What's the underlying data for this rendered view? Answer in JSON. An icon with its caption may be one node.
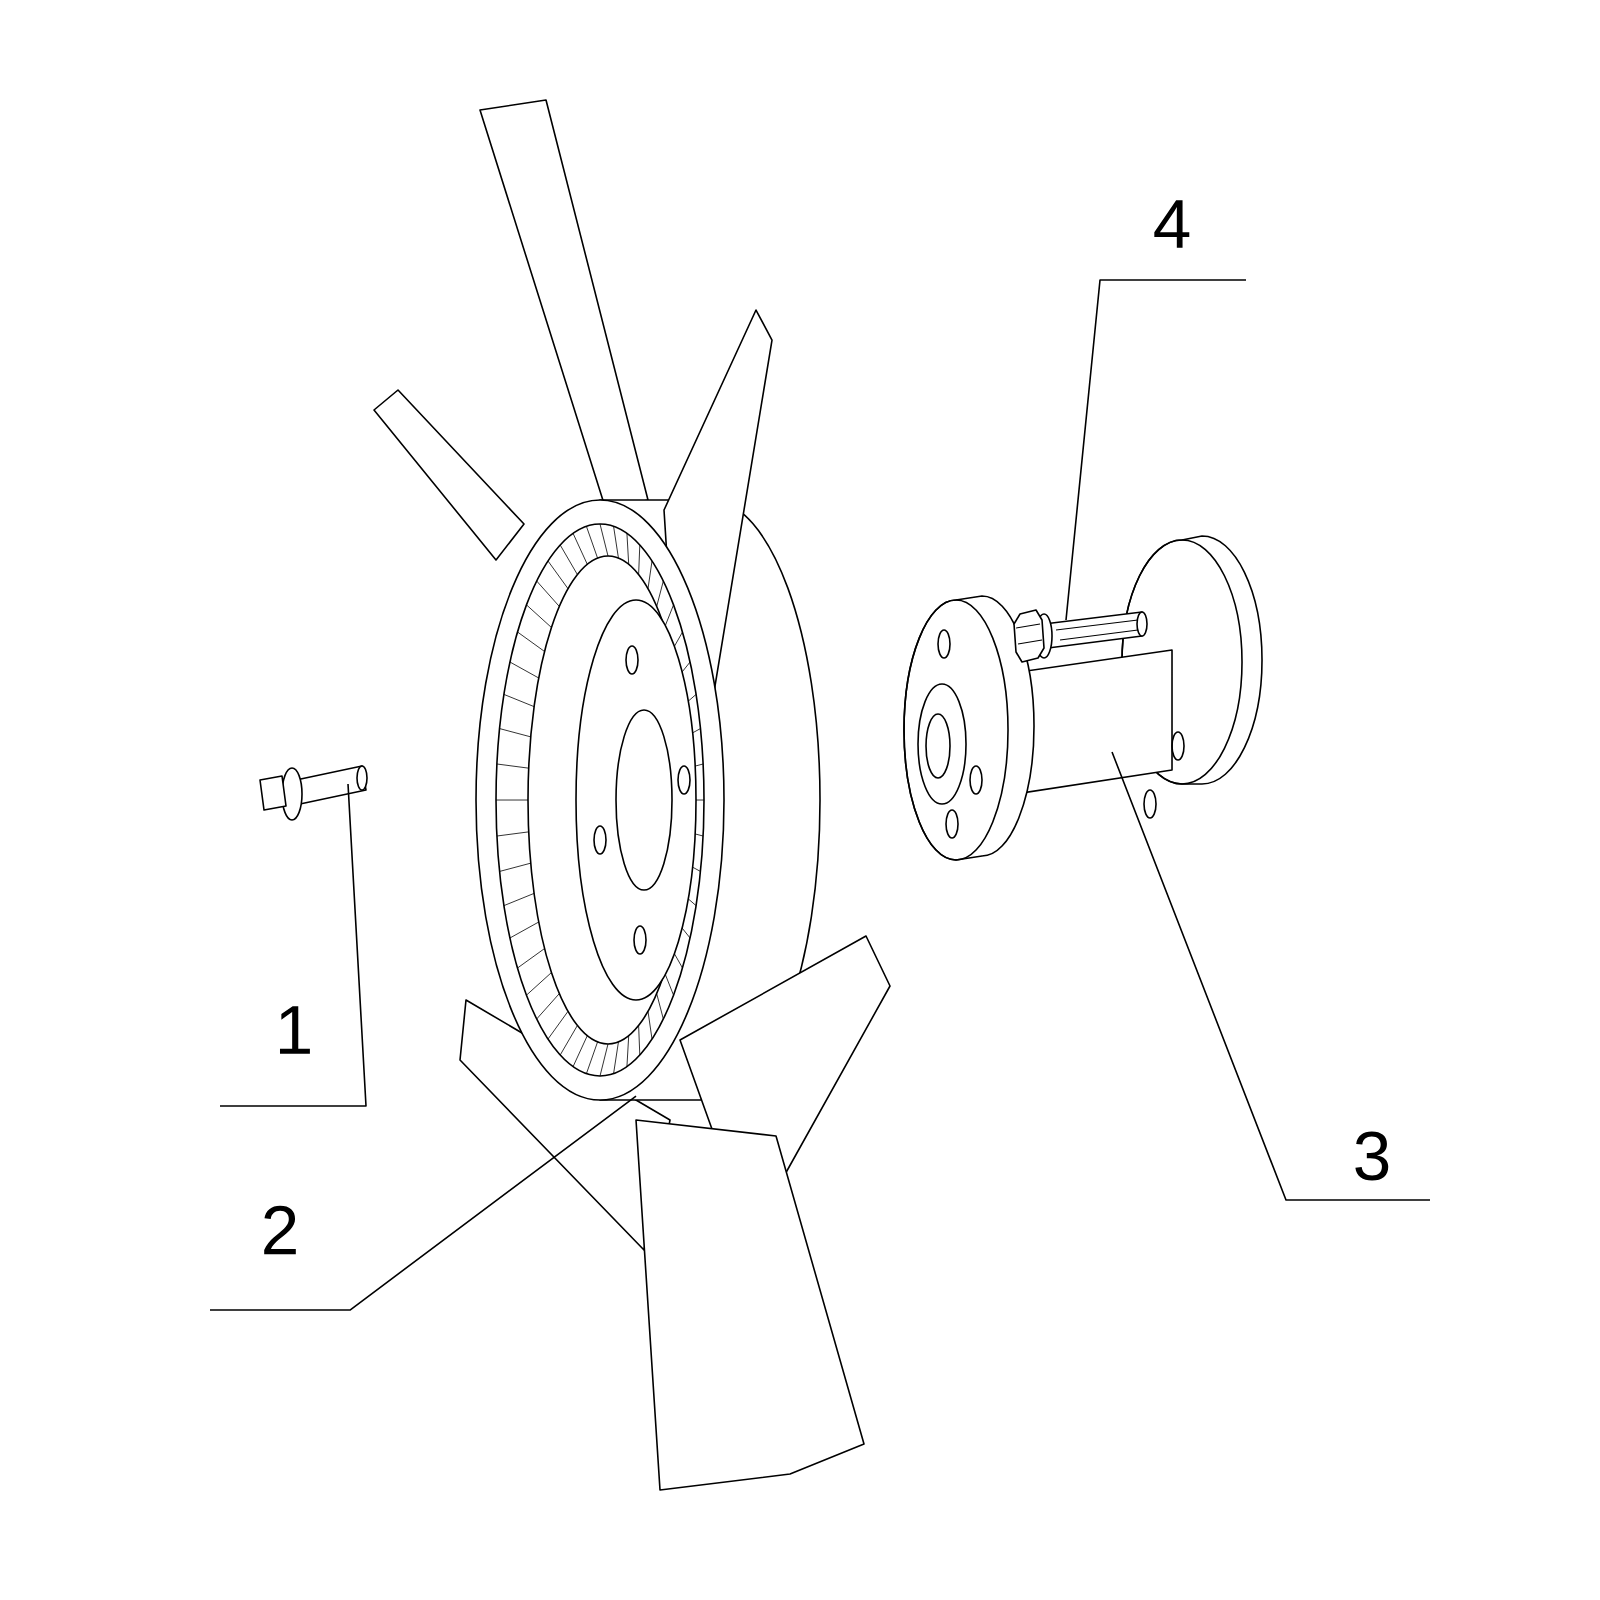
{
  "diagram": {
    "nodes": [
      {
        "text": [
          "4"
        ]
      },
      {
        "text": [
          "1"
        ]
      },
      {
        "text": [
          "3"
        ]
      },
      {
        "text": [
          "2"
        ]
      },
      {
        "text": [],
        "shape": "picture",
        "in": 7
      },
      {
        "text": [],
        "shape": "picture"
      },
      {
        "text": [],
        "shape": "picture"
      },
      {
        "text": [],
        "shape": "picture"
      }
    ],
    "edges": [
      {
        "from": 0,
        "to": 4,
        "arrow": "none"
      },
      {
        "from": 1,
        "to": 5,
        "arrow": "none"
      },
      {
        "from": 2,
        "to": 7,
        "arrow": "none"
      },
      {
        "from": 3,
        "to": 6,
        "arrow": "none"
      }
    ]
  }
}
